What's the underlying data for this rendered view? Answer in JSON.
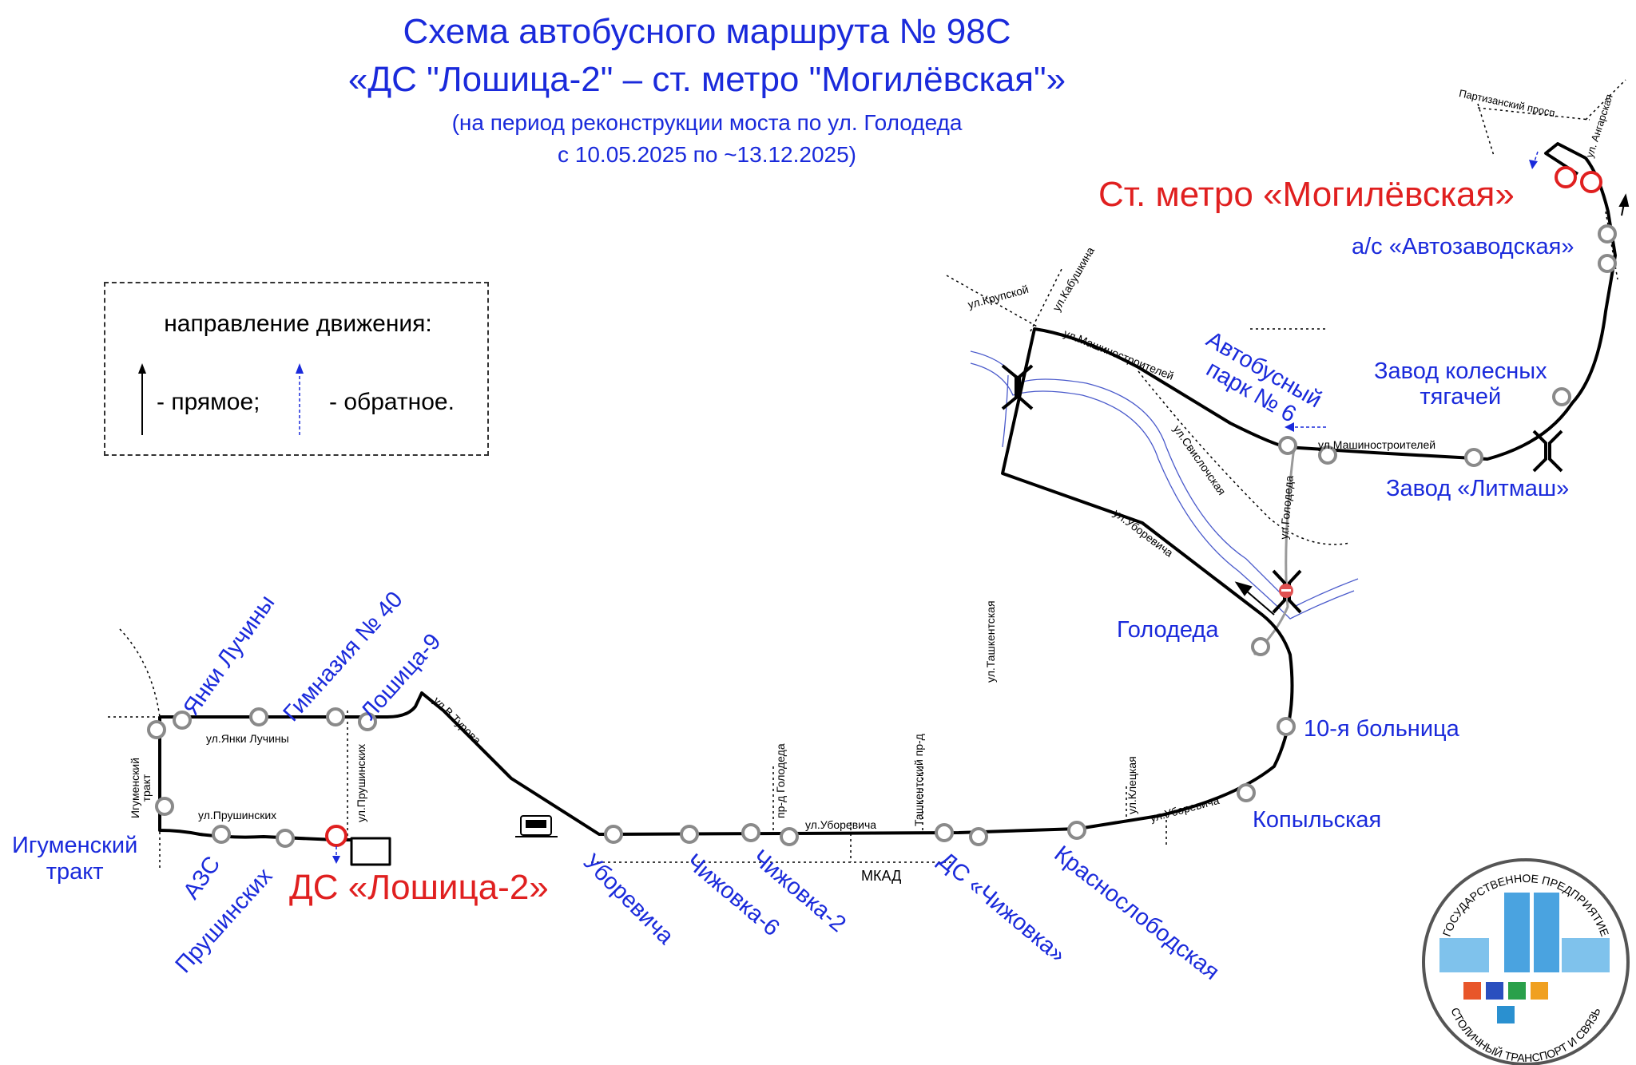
{
  "header": {
    "title_line1": "Схема автобусного маршрута № 98С",
    "title_line2": "«ДС \"Лошица-2\" – ст. метро \"Могилёвская\"»",
    "subtitle_line1": "(на период реконструкции моста по ул. Голодеда",
    "subtitle_line2": "с 10.05.2025 по ~13.12.2025)"
  },
  "legend": {
    "title": "направление движения:",
    "forward": "- прямое;",
    "backward": "- обратное."
  },
  "terminals": {
    "start": "ДС «Лошица-2»",
    "end": "Ст. метро «Могилёвская»"
  },
  "stops": {
    "yanki_luchiny": "Янки Лучины",
    "gimnaziya_40": "Гимназия № 40",
    "loshitsa_9": "Лошица-9",
    "igumensky_trakt": "Игуменский\nтракт",
    "azs": "АЗС",
    "prushinskikh": "Прушинских",
    "uborevicha": "Уборевича",
    "chizhovka_6": "Чижовка-6",
    "chizhovka_2": "Чижовка-2",
    "ds_chizhovka": "ДС «Чижовка»",
    "krasnoslobodskaya": "Краснослободская",
    "kopylskaya": "Копыльская",
    "bolnitsa_10": "10-я больница",
    "golodeda": "Голодеда",
    "litmash": "Завод «Литмаш»",
    "avtopark_6": "Автобусный\nпарк № 6",
    "zavod_tyagachey": "Завод колесных\nтягачей",
    "avtozavodskaya": "а/с «Автозаводская»"
  },
  "streets": {
    "yanki_luchiny": "ул.Янки Лучины",
    "prushinskikh": "ул.Прушинских",
    "prushinskikh_v": "ул.Прушинских",
    "igumensky": "Игуменский\nтракт",
    "v_turova": "ул.В.Турова",
    "pr_golodeda": "пр-д Голодеда",
    "uborevicha_s": "ул.Уборевича",
    "tashkent_pr": "Ташкентский пр-д",
    "mkad": "МКАД",
    "tashkentskaya": "ул.Ташкентская",
    "kletska": "ул.Клецкая",
    "uborevicha_e": "ул.Уборевича",
    "uborevicha_n": "ул.Уборевича",
    "krupskoy": "ул.Крупской",
    "kabushkina": "ул.Кабушкина",
    "mashinostroiteley_1": "ул.Машиностроителей",
    "mashinostroiteley_2": "ул.Машиностроителей",
    "svislochskaya": "ул.Свислочская",
    "golodeda": "ул.Голодеда",
    "partizansky": "Партизанский просп.",
    "angarskaya": "ул. Ангарская"
  },
  "logo": {
    "top_text": "ГОСУДАРСТВЕННОЕ ПРЕДПРИЯТИЕ",
    "bottom_text": "СТОЛИЧНЫЙ ТРАНСПОРТ И СВЯЗЬ"
  },
  "colors": {
    "stop_text": "#1a2adb",
    "terminal_text": "#e02020",
    "route_line": "#000000",
    "river": "#4a5acb",
    "stop_marker": "#8a8a8a",
    "terminal_marker": "#e02020"
  },
  "icons": [
    "forward-arrow-icon",
    "backward-arrow-icon",
    "bridge-icon",
    "no-entry-icon",
    "bus-depot-icon",
    "company-logo-icon"
  ]
}
